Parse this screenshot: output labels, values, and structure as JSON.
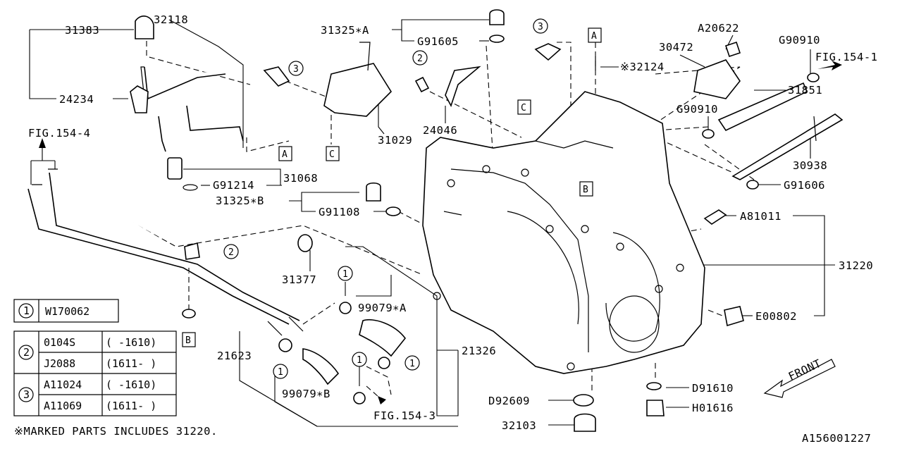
{
  "callouts": [
    {
      "id": "c31383",
      "text": "31383"
    },
    {
      "id": "c32118",
      "text": "32118"
    },
    {
      "id": "c24234",
      "text": "24234"
    },
    {
      "id": "cfig1544",
      "text": "FIG.154-4"
    },
    {
      "id": "c31325a",
      "text": "31325∗A"
    },
    {
      "id": "cg91605",
      "text": "G91605"
    },
    {
      "id": "c31029",
      "text": "31029"
    },
    {
      "id": "c24046",
      "text": "24046"
    },
    {
      "id": "ca20622",
      "text": "A20622"
    },
    {
      "id": "c30472",
      "text": "30472"
    },
    {
      "id": "c32124",
      "text": "※32124"
    },
    {
      "id": "cg90910a",
      "text": "G90910"
    },
    {
      "id": "cfig1541",
      "text": "FIG.154-1"
    },
    {
      "id": "c31851",
      "text": "31851"
    },
    {
      "id": "cg90910b",
      "text": "G90910"
    },
    {
      "id": "c30938",
      "text": "30938"
    },
    {
      "id": "cg91606",
      "text": "G91606"
    },
    {
      "id": "c31068",
      "text": "31068"
    },
    {
      "id": "cg91214",
      "text": "G91214"
    },
    {
      "id": "c31325b",
      "text": "31325∗B"
    },
    {
      "id": "cg91108",
      "text": "G91108"
    },
    {
      "id": "ca81011",
      "text": "A81011"
    },
    {
      "id": "c31220",
      "text": "31220"
    },
    {
      "id": "c31377",
      "text": "31377"
    },
    {
      "id": "c99079a",
      "text": "99079∗A"
    },
    {
      "id": "ce00802",
      "text": "E00802"
    },
    {
      "id": "c21326",
      "text": "21326"
    },
    {
      "id": "c21623",
      "text": "21623"
    },
    {
      "id": "c99079b",
      "text": "99079∗B"
    },
    {
      "id": "cfig1543",
      "text": "FIG.154-3"
    },
    {
      "id": "cd92609",
      "text": "D92609"
    },
    {
      "id": "cd91610",
      "text": "D91610"
    },
    {
      "id": "ch01616",
      "text": "H01616"
    },
    {
      "id": "c32103",
      "text": "32103"
    }
  ],
  "ref_letters": {
    "A": "A",
    "B": "B",
    "C": "C"
  },
  "ref_numbers": {
    "one": "1",
    "two": "2",
    "three": "3"
  },
  "legend": {
    "row1": {
      "num": "1",
      "code": "W170062"
    },
    "row2": [
      {
        "code": "0104S",
        "range": "( -1610)"
      },
      {
        "code": "J2088",
        "range": "(1611- )"
      }
    ],
    "row2_num": "2",
    "row3": [
      {
        "code": "A11024",
        "range": "( -1610)"
      },
      {
        "code": "A11069",
        "range": "(1611- )"
      }
    ],
    "row3_num": "3"
  },
  "note": "※MARKED PARTS INCLUDES 31220.",
  "front_label": "FRONT",
  "diagram_id": "A156001227"
}
